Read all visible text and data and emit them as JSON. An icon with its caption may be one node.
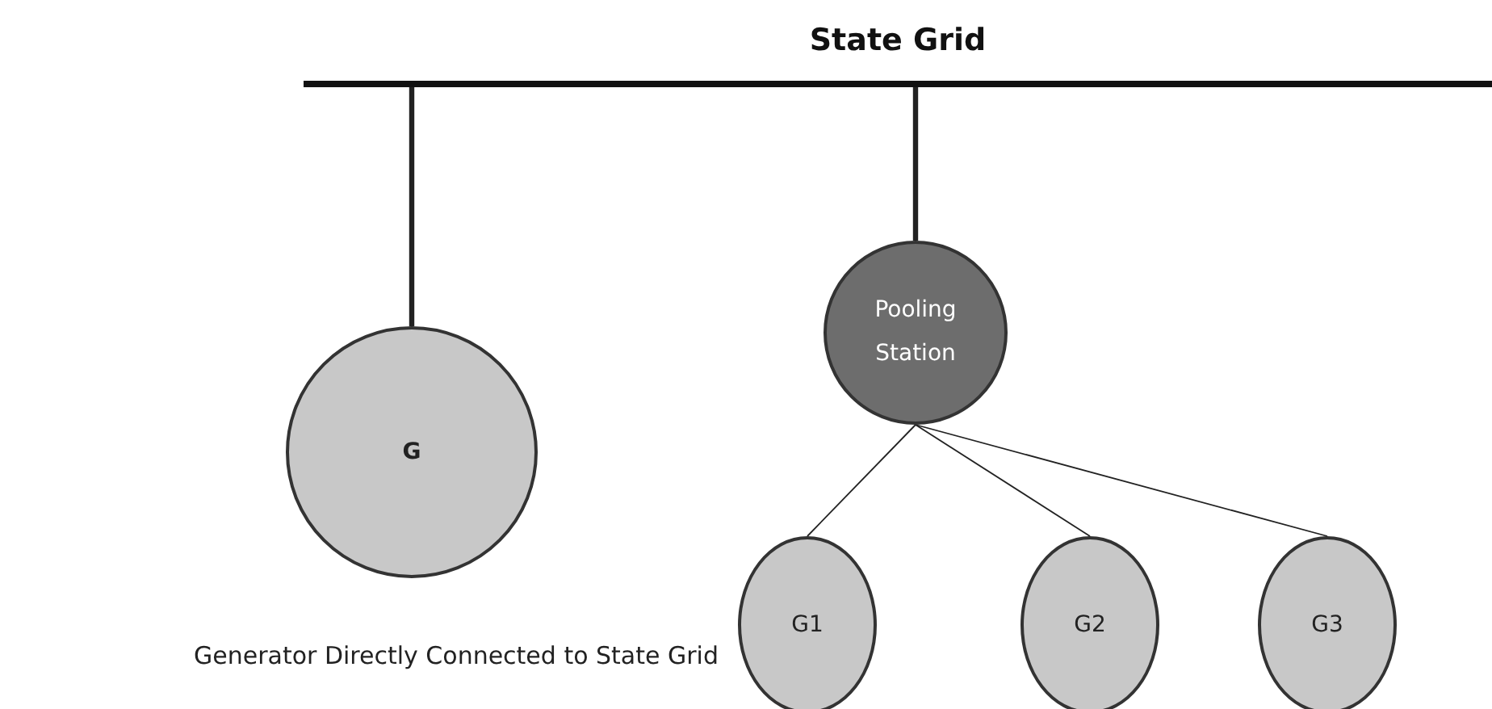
{
  "diagram": {
    "nodes": [
      {
        "text": [
          "State Grid"
        ]
      },
      {
        "text": [
          "G"
        ]
      },
      {
        "text": [
          "Pooling Station"
        ]
      },
      {
        "text": [
          "G1"
        ]
      },
      {
        "text": [
          "G2"
        ]
      },
      {
        "text": [
          "G3"
        ]
      }
    ],
    "edges": [
      {
        "from": 0,
        "to": 1,
        "arrow": "none",
        "style": "thick"
      },
      {
        "from": 0,
        "to": 2,
        "arrow": "none",
        "style": "thick"
      },
      {
        "from": 2,
        "to": 3,
        "arrow": "none"
      },
      {
        "from": 2,
        "to": 4,
        "arrow": "none"
      },
      {
        "from": 2,
        "to": 5,
        "arrow": "none"
      }
    ],
    "labels": [
      "Generator Directly Connected to State Grid"
    ]
  }
}
